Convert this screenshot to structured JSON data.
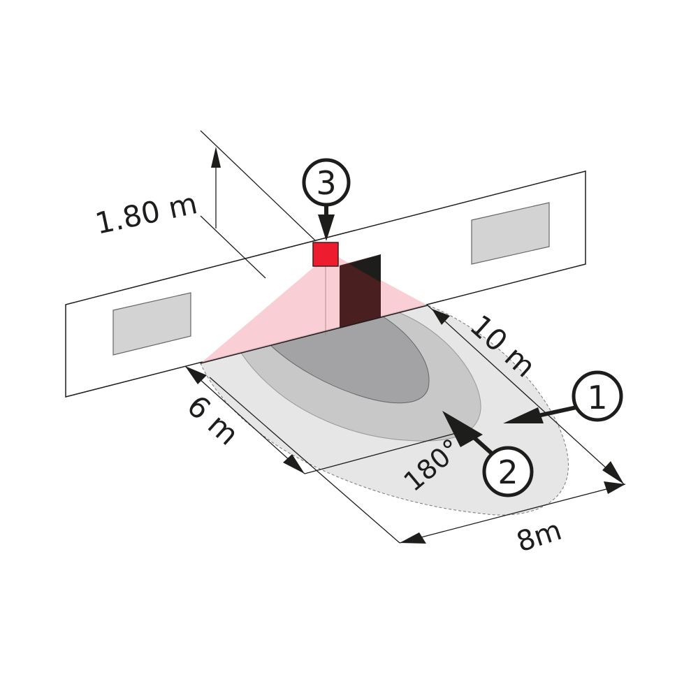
{
  "diagram": {
    "type": "motion-sensor-detection-range",
    "colors": {
      "sensor": "#ed1c2e",
      "cone": "#f8c9cf",
      "shadow": "#4a1f20",
      "zone_outer": "#e6e6e6",
      "zone_mid": "#c8c8c8",
      "zone_inner": "#a3a2a4",
      "window": "#d3d3d3",
      "ink": "#1d1d1b"
    },
    "dimensions": {
      "mounting_height": "1.80 m",
      "range_length": "10 m",
      "range_side": "6 m",
      "range_width": "8m",
      "angle": "180°"
    },
    "callouts": [
      {
        "number": "1",
        "meaning": "outer detection zone"
      },
      {
        "number": "2",
        "meaning": "inner detection zone"
      },
      {
        "number": "3",
        "meaning": "sensor"
      }
    ]
  }
}
